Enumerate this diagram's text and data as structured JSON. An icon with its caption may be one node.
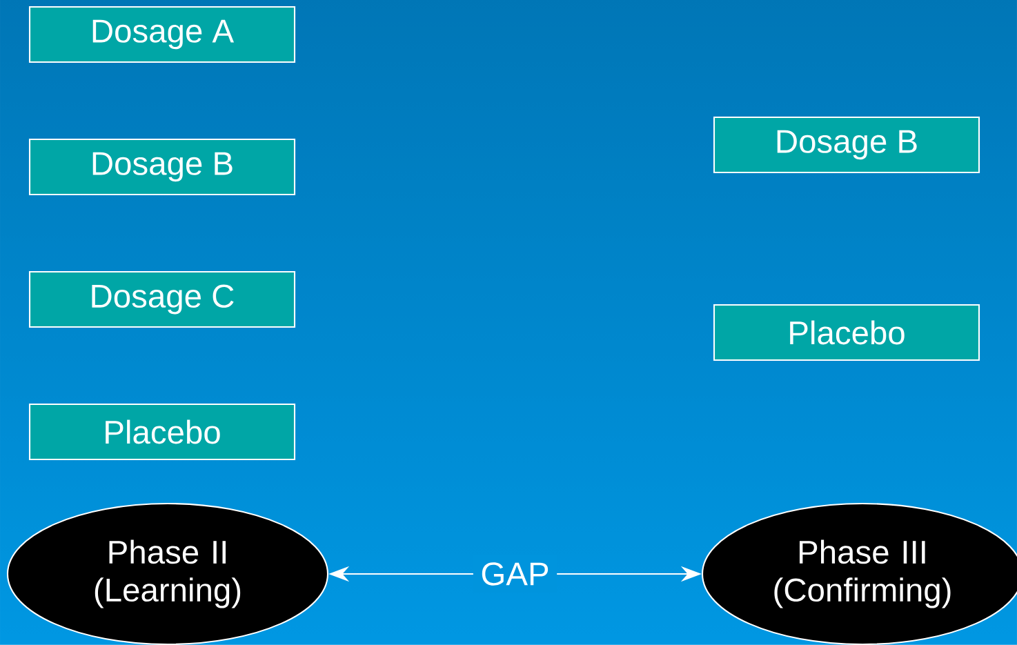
{
  "diagram": {
    "nodes": [
      {
        "text": [
          "Dosage A"
        ]
      },
      {
        "text": [
          "Dosage B"
        ]
      },
      {
        "text": [
          "Dosage C"
        ]
      },
      {
        "text": [
          "Placebo"
        ]
      },
      {
        "text": [
          "Dosage B"
        ]
      },
      {
        "text": [
          "Placebo"
        ]
      },
      {
        "text": [
          "Phase II (Learning)"
        ]
      },
      {
        "text": [
          "Phase III (Confirming)"
        ]
      }
    ],
    "edges": [
      {
        "from": 6,
        "to": 7,
        "arrow": "both",
        "label": "GAP"
      }
    ]
  }
}
